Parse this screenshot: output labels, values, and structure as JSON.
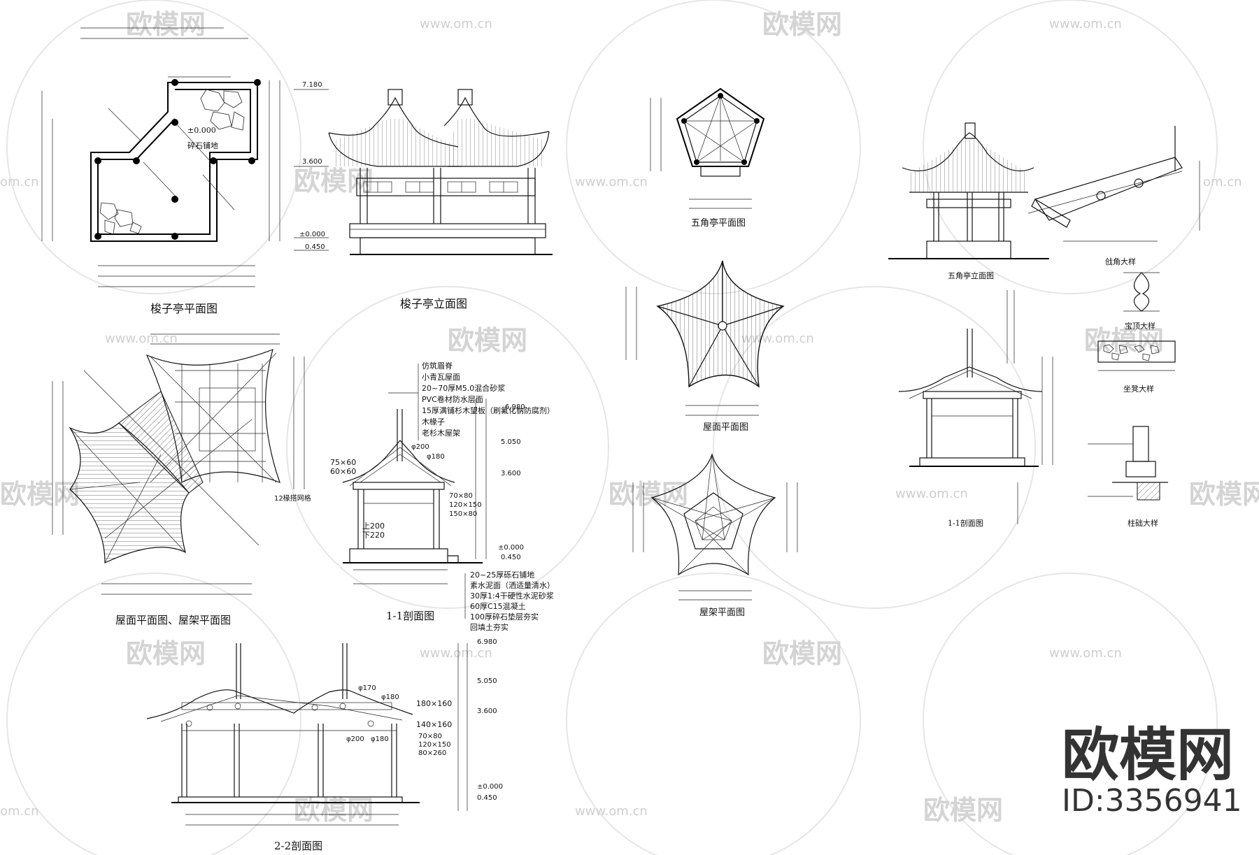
{
  "watermark": {
    "brand": "欧模网",
    "url": "www.om.cn",
    "url_short": "om.cn",
    "id_label": "ID:3356941"
  },
  "drawings": {
    "suozi_plan_title": "梭子亭平面图",
    "suozi_plan_level": "±0.000",
    "suozi_plan_floor": "碎石铺地",
    "suozi_elev_title": "梭子亭立面图",
    "suozi_elev_levels": [
      "7.180",
      "3.600",
      "±0.000",
      "0.450"
    ],
    "roof_plan_title": "屋面平面图、屋架平面图",
    "roof_plan_note": "12椽搭网格",
    "section11_title": "1-1剖面图",
    "section11_roof_notes": [
      "仿筑眉脊",
      "小青瓦屋面",
      "20~70厚M5.0混合砂浆",
      "PVC卷材防水层面",
      "15厚满铺杉木望板（刷氟化钠防腐剂）",
      "木椽子",
      "老杉木屋架"
    ],
    "section11_floor_notes": [
      "20~25厚砾石铺地",
      "素水泥面（洒适量清水）",
      "30厚1:4干硬性水泥砂浆",
      "60厚C15混凝土",
      "100厚碎石垫层夯实",
      "回填土夯实"
    ],
    "section11_levels": [
      "6.980",
      "5.050",
      "3.600",
      "±0.000",
      "0.450"
    ],
    "section11_dims": [
      "75×60",
      "60×60",
      "φ200",
      "φ180",
      "上200",
      "下220",
      "70×80",
      "120×150",
      "150×80"
    ],
    "section22_title": "2-2剖面图",
    "section22_levels": [
      "6.980",
      "5.050",
      "3.600",
      "±0.000",
      "0.450"
    ],
    "section22_dims": [
      "φ170",
      "φ180",
      "180×160",
      "140×160",
      "φ200",
      "φ180",
      "70×80",
      "120×150",
      "80×260"
    ],
    "pent_plan_title": "五角亭平面图",
    "pent_roof_title": "屋面平面图",
    "pent_frame_title": "屋架平面图",
    "pent_elev_title": "五角亭立面图",
    "pent_corner_title": "戗角大样",
    "pent_section_title": "1-1剖面图",
    "detail_post_title": "宝顶大样",
    "detail_bench_title": "坐凳大样",
    "detail_base_title": "柱础大样"
  }
}
